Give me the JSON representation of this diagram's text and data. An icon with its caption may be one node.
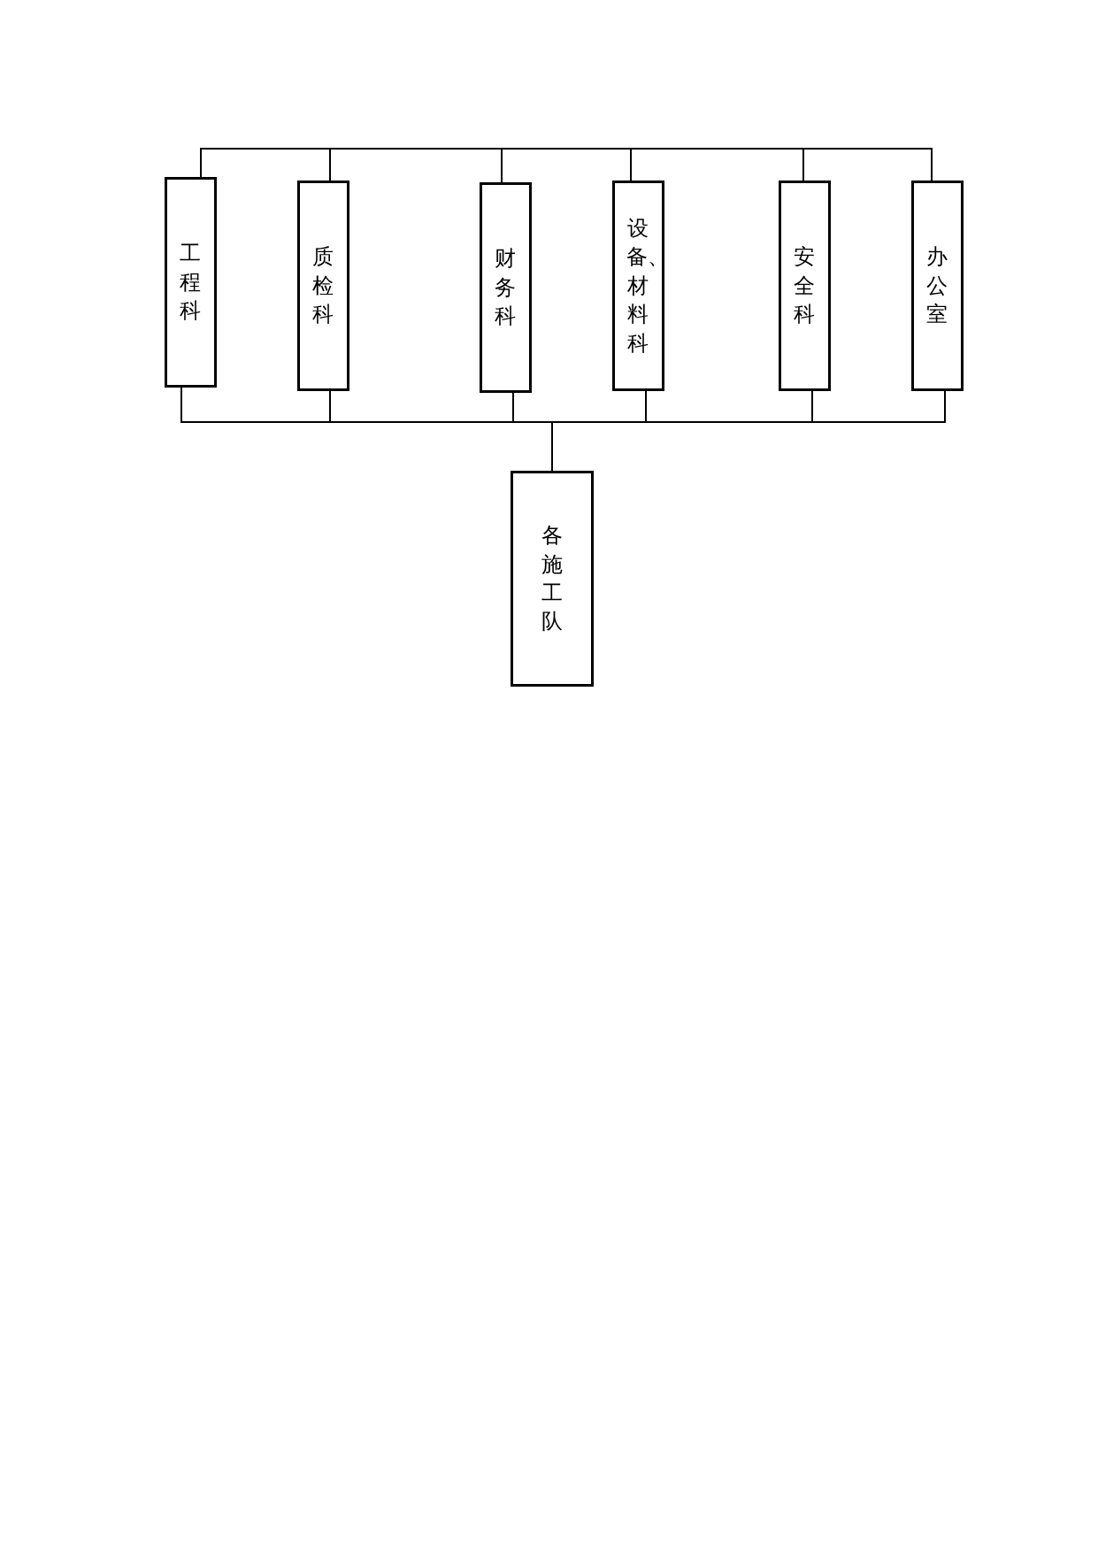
{
  "diagram": {
    "nodes": [
      {
        "text": [
          "工程科"
        ]
      },
      {
        "text": [
          "质检科"
        ]
      },
      {
        "text": [
          "财务科"
        ]
      },
      {
        "text": [
          "设备、材料科"
        ]
      },
      {
        "text": [
          "安全科"
        ]
      },
      {
        "text": [
          "办公室"
        ]
      },
      {
        "text": [
          "各施工队"
        ]
      }
    ],
    "edges": [
      {
        "from": 0,
        "to": 6,
        "arrow": "none"
      },
      {
        "from": 1,
        "to": 6,
        "arrow": "none"
      },
      {
        "from": 2,
        "to": 6,
        "arrow": "none"
      },
      {
        "from": 3,
        "to": 6,
        "arrow": "none"
      },
      {
        "from": 4,
        "to": 6,
        "arrow": "none"
      },
      {
        "from": 5,
        "to": 6,
        "arrow": "none"
      },
      {
        "from": 0,
        "to": 1,
        "arrow": "none"
      },
      {
        "from": 1,
        "to": 2,
        "arrow": "none"
      },
      {
        "from": 2,
        "to": 3,
        "arrow": "none"
      },
      {
        "from": 3,
        "to": 4,
        "arrow": "none"
      },
      {
        "from": 4,
        "to": 5,
        "arrow": "none"
      }
    ]
  }
}
